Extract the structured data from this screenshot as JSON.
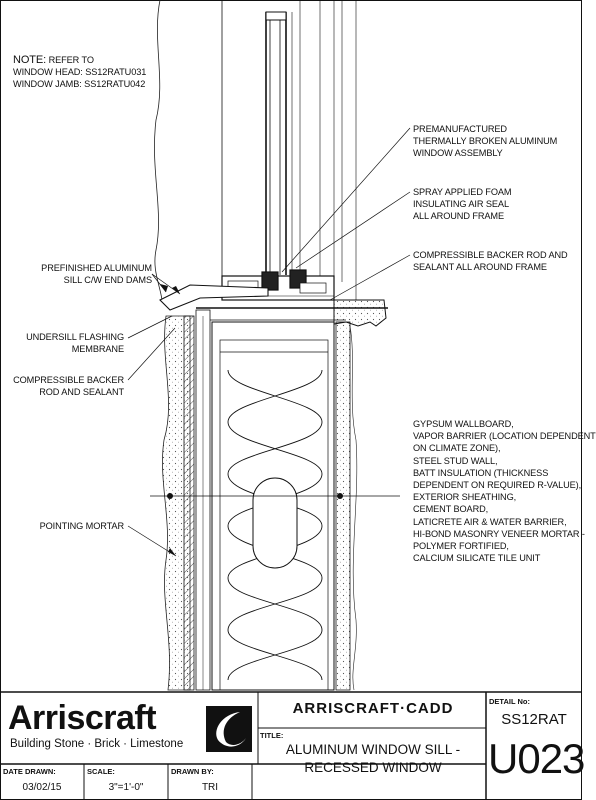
{
  "note": {
    "title": "NOTE:",
    "title_suffix": "REFER TO",
    "lines": [
      "WINDOW HEAD: SS12RATU031",
      "WINDOW JAMB: SS12RATU042"
    ]
  },
  "callouts_right": {
    "window_assembly": [
      "PREMANUFACTURED",
      "THERMALLY BROKEN ALUMINUM",
      "WINDOW ASSEMBLY"
    ],
    "foam_seal": [
      "SPRAY APPLIED FOAM",
      "INSULATING AIR SEAL",
      "ALL AROUND FRAME"
    ],
    "backer_rod": [
      "COMPRESSIBLE BACKER ROD AND",
      "SEALANT ALL AROUND FRAME"
    ],
    "wall_assembly": [
      "GYPSUM WALLBOARD,",
      "VAPOR BARRIER (LOCATION DEPENDENT",
      "ON CLIMATE ZONE),",
      "STEEL STUD WALL,",
      "BATT INSULATION (THICKNESS",
      "DEPENDENT ON REQUIRED R-VALUE),",
      "EXTERIOR SHEATHING,",
      "CEMENT BOARD,",
      "LATICRETE AIR & WATER BARRIER,",
      "HI-BOND MASONRY VENEER MORTAR -",
      "POLYMER FORTIFIED,",
      "CALCIUM SILICATE TILE UNIT"
    ]
  },
  "callouts_left": {
    "sill": [
      "PREFINISHED ALUMINUM",
      "SILL c/w END DAMS"
    ],
    "flashing": [
      "UNDERSILL FLASHING",
      "MEMBRANE"
    ],
    "backer": [
      "COMPRESSIBLE BACKER",
      "ROD AND SEALANT"
    ],
    "mortar": [
      "POINTING MORTAR"
    ]
  },
  "title_block": {
    "logo_word": "Arriscraft",
    "logo_tagline": "Building Stone · Brick · Limestone",
    "company": "ARRISCRAFT·CADD",
    "title_label": "TITLE:",
    "title_lines": [
      "ALUMINUM WINDOW SILL -",
      "RECESSED WINDOW"
    ],
    "detail_label": "DETAIL No:",
    "detail_no": "SS12RAT",
    "sheet_no": "U023",
    "date_label": "DATE DRAWN:",
    "date_value": "03/02/15",
    "scale_label": "SCALE:",
    "scale_value": "3\"=1'-0\"",
    "drawn_label": "DRAWN BY:",
    "drawn_value": "TRI"
  }
}
